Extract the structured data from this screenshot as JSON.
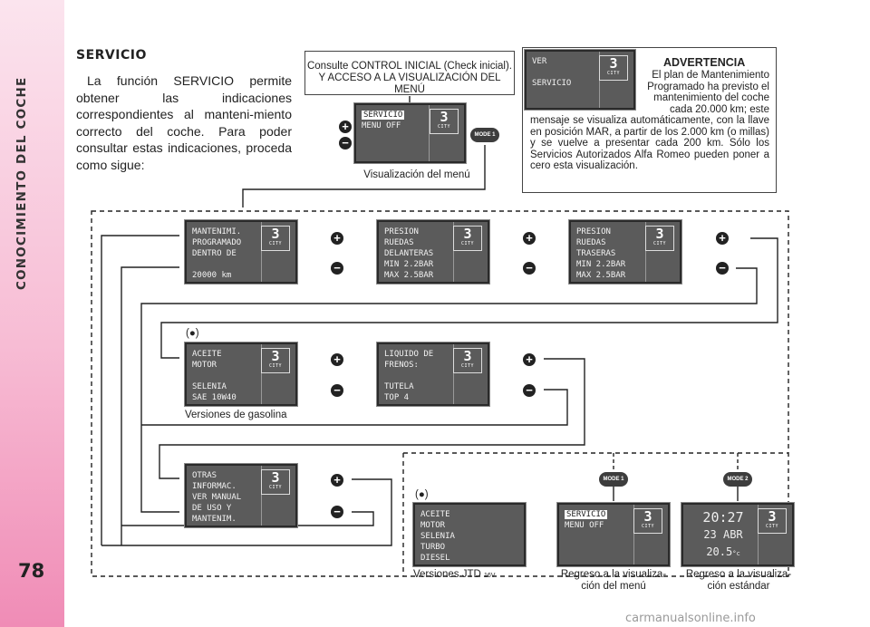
{
  "sidebar": {
    "chapter": "CONOCIMIENTO DEL COCHE",
    "page_number": "78"
  },
  "heading": "SERVICIO",
  "intro": "La función SERVICIO permite obtener las indicaciones correspondientes al manteni-miento correcto del coche. Para poder consultar estas indicaciones, proceda como sigue:",
  "callout": {
    "line1": "Consulte CONTROL INICIAL (Check inicial).",
    "line2": "Y ACCESO A LA VISUALIZACIÓN DEL MENÚ"
  },
  "warning": {
    "title": "ADVERTENCIA",
    "body1": "El plan de Mantenimiento Programado ha previsto el mantenimiento del coche cada 20.000 km; este",
    "body2": "mensaje se visualiza automáticamente, con la llave en posición MAR, a partir de los 2.000 km (o millas) y se vuelve a presentar cada 200 km. Sólo los Servicios Autorizados Alfa Romeo pueden poner a cero esta visualización."
  },
  "lcd": {
    "icon_number": "3",
    "icon_sub": "CITY",
    "warn": "VER\n\nSERVICIO",
    "menu_sel": "SERVICIO",
    "menu_line2": "MENU OFF",
    "mant": "MANTENIMI.\nPROGRAMADO\nDENTRO DE\n\n20000 km",
    "del": "PRESION\nRUEDAS\nDELANTERAS\nMIN 2.2BAR\nMAX 2.5BAR",
    "tras": "PRESION\nRUEDAS\nTRASERAS\nMIN 2.2BAR\nMAX 2.5BAR",
    "aceite": "ACEITE\nMOTOR\n\nSELENIA\nSAE 10W40",
    "liquido": "LIQUIDO DE\nFRENOS:\n\nTUTELA\nTOP 4",
    "otras": "OTRAS\nINFORMAC.\nVER MANUAL\nDE USO Y\nMANTENIM.",
    "jtd": "ACEITE\nMOTOR\nSELENIA\nTURBO\nDIESEL",
    "clock": "20:27",
    "date": "23 ABR",
    "temp": "20.5",
    "temp_unit": "°c"
  },
  "buttons": {
    "plus": "+",
    "minus": "−",
    "mode1": "MODE 1",
    "mode2": "MODE 2"
  },
  "captions": {
    "menu_display": "Visualización del menú",
    "bullet": "(●)",
    "gasolina": "Versiones de gasolina",
    "jtd": "Versiones JTD",
    "jtd_suffix": "16V",
    "return_menu": "Regreso a la visualiza-\nción del menú",
    "return_std": "Regreso a la visualiza-\nción estándar"
  },
  "footer": "carmanualsonline.info"
}
